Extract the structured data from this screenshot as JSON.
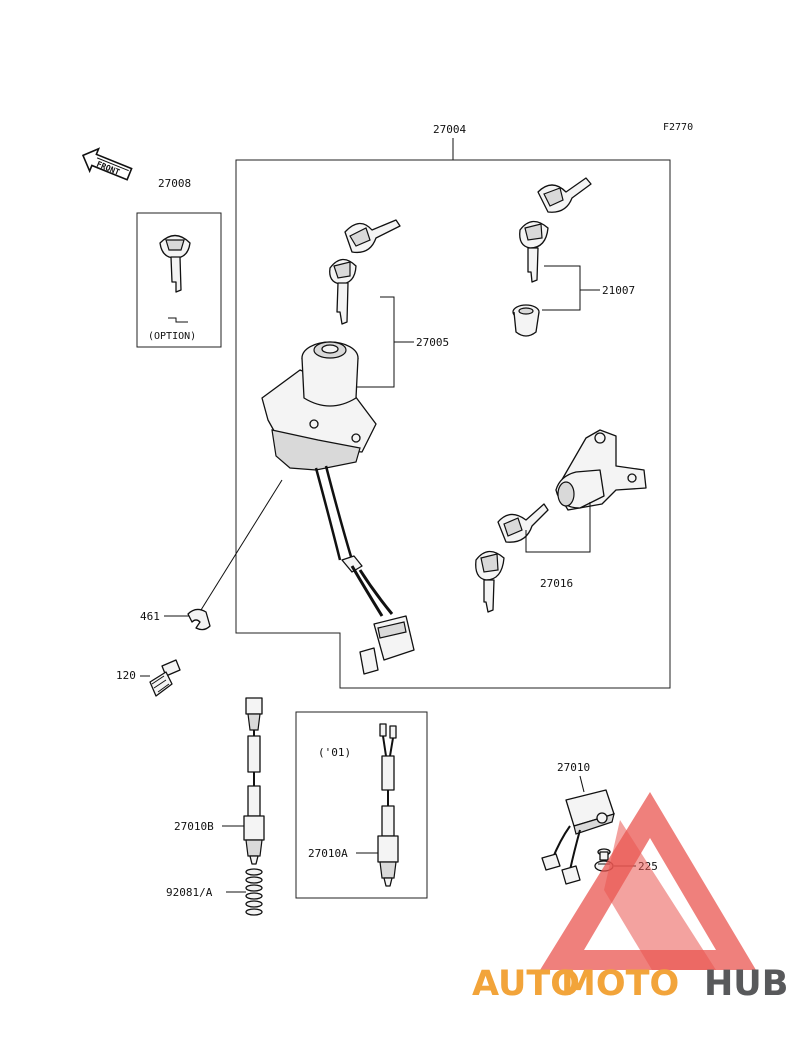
{
  "figure_code": "F2770",
  "front_label": "FRONT",
  "option_label": "(OPTION)",
  "variant_label": "('01)",
  "callouts": {
    "p27004": "27004",
    "p27008": "27008",
    "p27005": "27005",
    "p21007": "21007",
    "p27016": "27016",
    "p461": "461",
    "p120": "120",
    "p27010B": "27010B",
    "p92081A": "92081/A",
    "p27010A": "27010A",
    "p27010": "27010",
    "p225": "225"
  },
  "watermark": {
    "part1": "AUTO",
    "part2": "MOTO",
    "part3": "HUB",
    "colors": {
      "orange": "#f2a43a",
      "gray": "#58595b",
      "triangle": "#ea5550"
    }
  }
}
